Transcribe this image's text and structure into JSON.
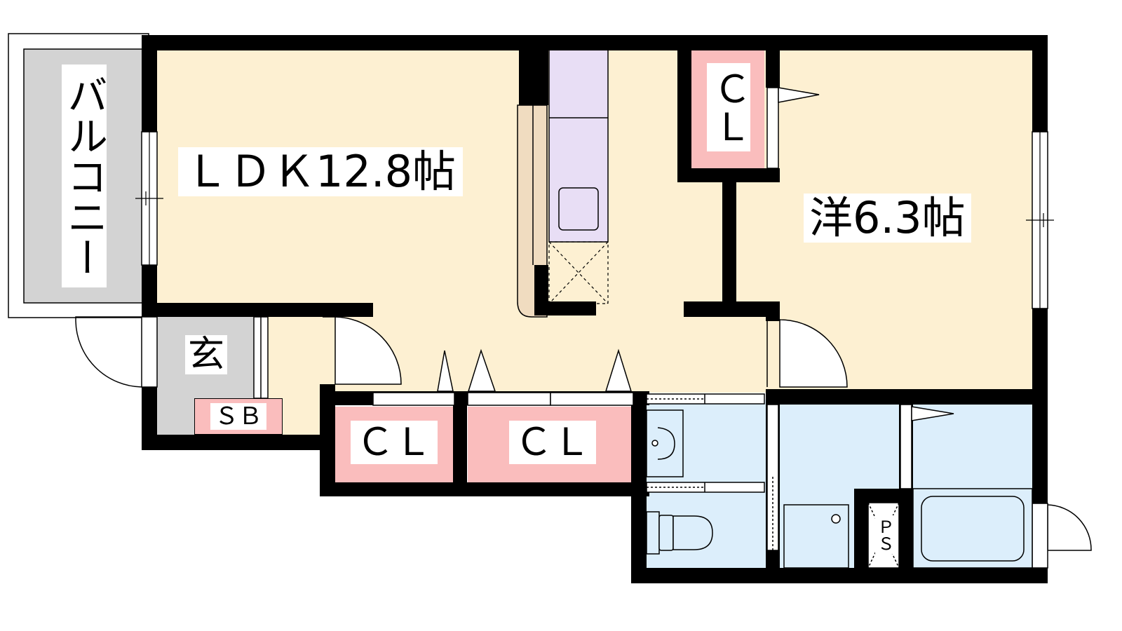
{
  "rooms": {
    "balcony": "バルコニー",
    "ldk": "ＬＤＫ12.8帖",
    "western": "洋6.3帖",
    "entrance": "玄",
    "shoebox": "ＳＢ",
    "closet_top": "ＣＬ",
    "closet_1": "ＣＬ",
    "closet_2": "ＣＬ",
    "pipe_space": "ＰＳ"
  },
  "colors": {
    "wall": "#000000",
    "living": "#fdf0d2",
    "wet_area": "#dceefb",
    "closet": "#fabdbd",
    "kitchen": "#e8def5",
    "floor_gray": "#d3d3d3"
  }
}
